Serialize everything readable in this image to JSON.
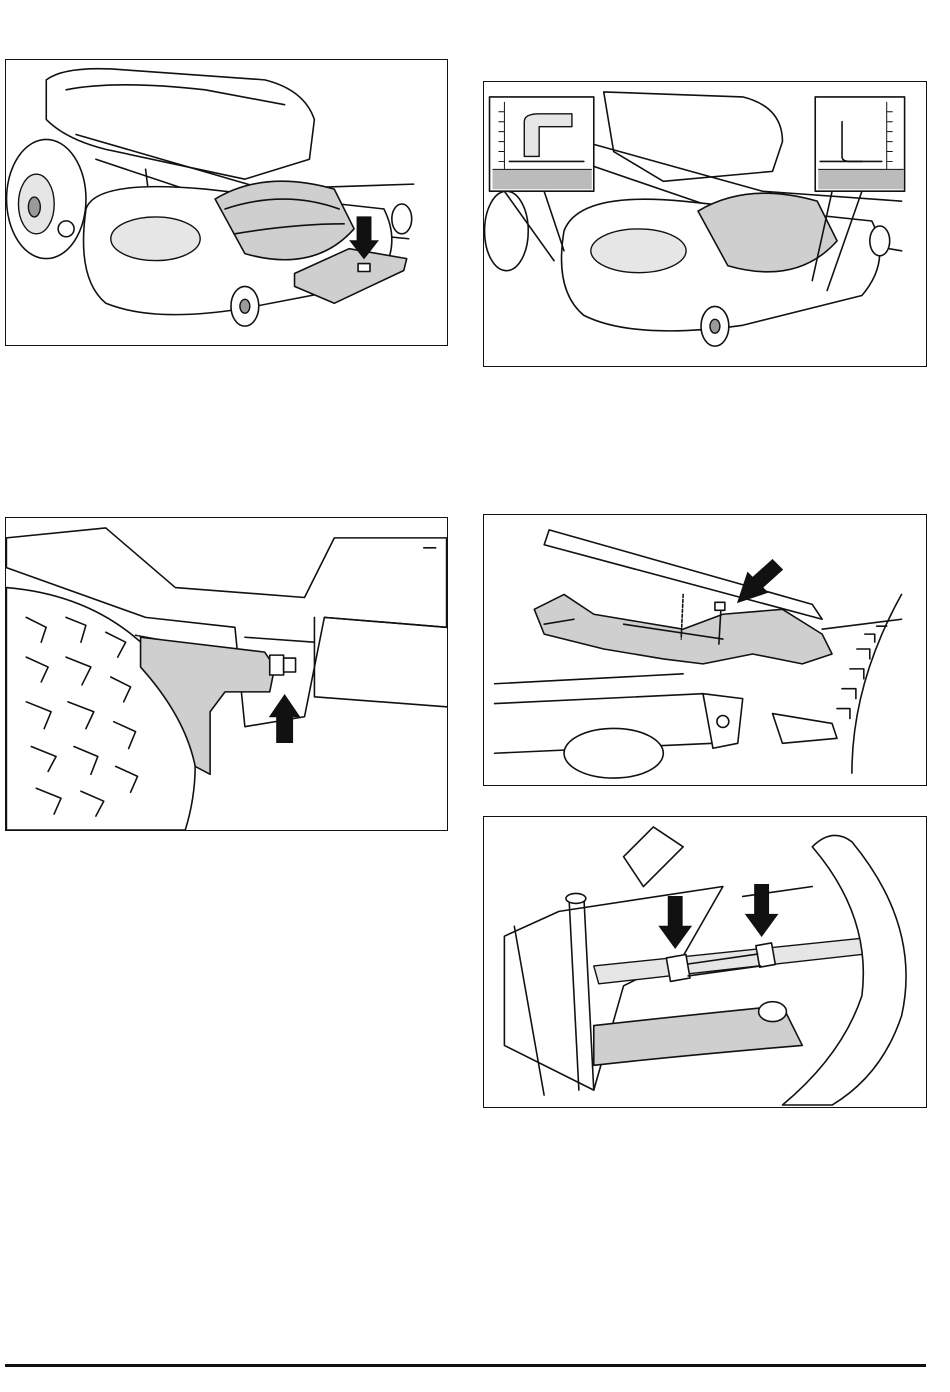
{
  "page": {
    "figures": [
      {
        "id": "fig-1",
        "description_icon": "mower-deck-on-block-icon"
      },
      {
        "id": "fig-2",
        "description_icon": "cutting-height-gauges-icon"
      },
      {
        "id": "fig-3",
        "description_icon": "tension-bracket-nut-icon"
      },
      {
        "id": "fig-4",
        "description_icon": "deck-lift-bolt-icon"
      },
      {
        "id": "fig-5",
        "description_icon": "adjuster-nuts-icon"
      }
    ],
    "inset_text": "",
    "colors": {
      "line": "#111111",
      "fill_grey": "#cfcfcf",
      "background": "#ffffff"
    }
  }
}
